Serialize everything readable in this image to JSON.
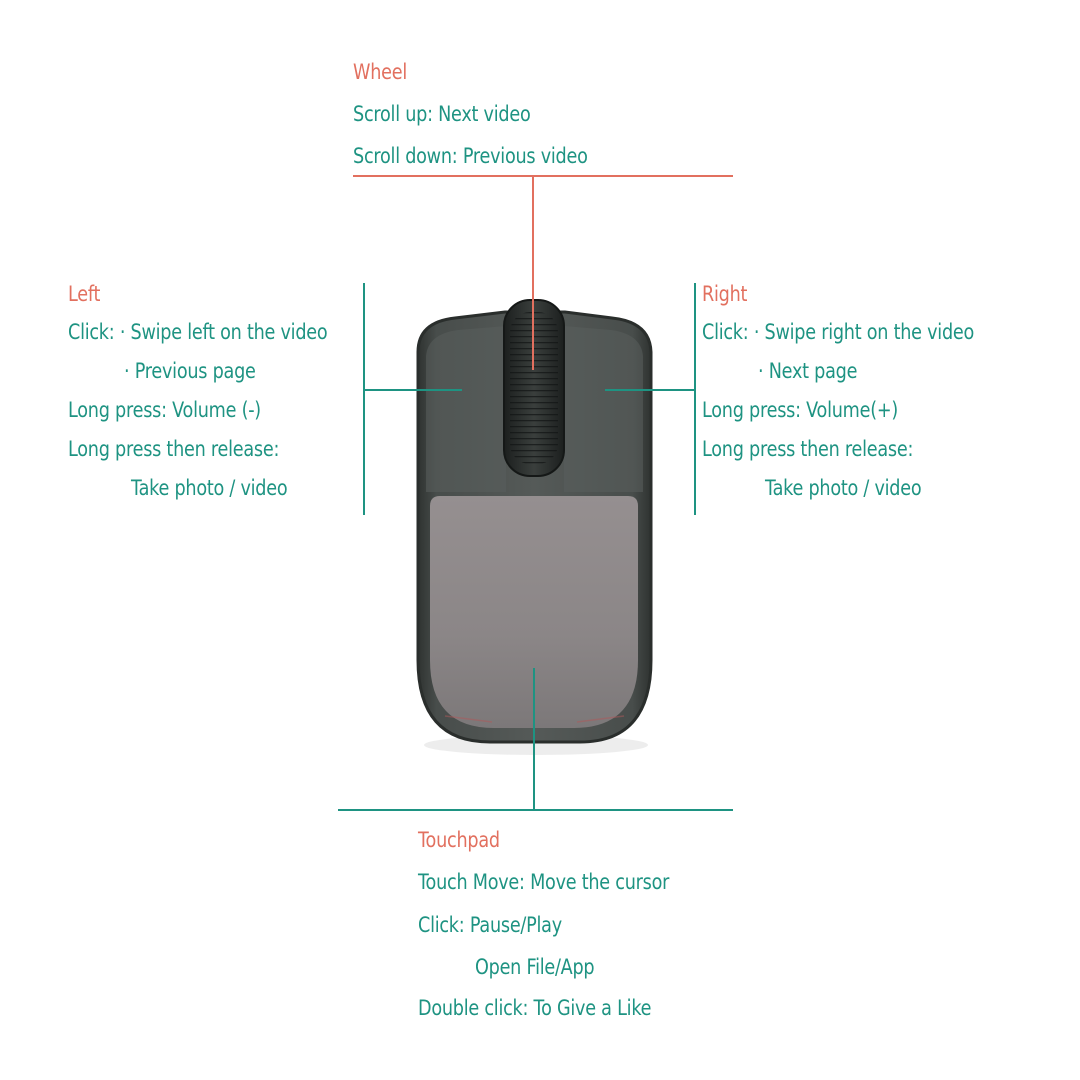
{
  "colors": {
    "heading": "#E2705F",
    "text": "#1E9382",
    "leader_wheel": "#E2705F",
    "leader": "#1E9382",
    "mouse_body": "#3D4240",
    "mouse_top": "#545957",
    "touchpad": "#8E8A89",
    "wheel": "#262A28"
  },
  "wheel": {
    "title": "Wheel",
    "lines": [
      "Scroll up: Next video",
      "Scroll down: Previous video"
    ]
  },
  "left": {
    "title": "Left",
    "lines": [
      "Click: · Swipe left on the video",
      "· Previous page",
      "Long press: Volume (-)",
      "Long press then release:",
      "Take photo / video"
    ]
  },
  "right": {
    "title": "Right",
    "lines": [
      "Click: · Swipe right on the video",
      "· Next page",
      "Long press: Volume(+)",
      "Long press then release:",
      "Take photo / video"
    ]
  },
  "touchpad": {
    "title": "Touchpad",
    "lines": [
      "Touch Move: Move the cursor",
      "Click: Pause/Play",
      "Open File/App",
      "Double click: To Give a Like"
    ]
  }
}
